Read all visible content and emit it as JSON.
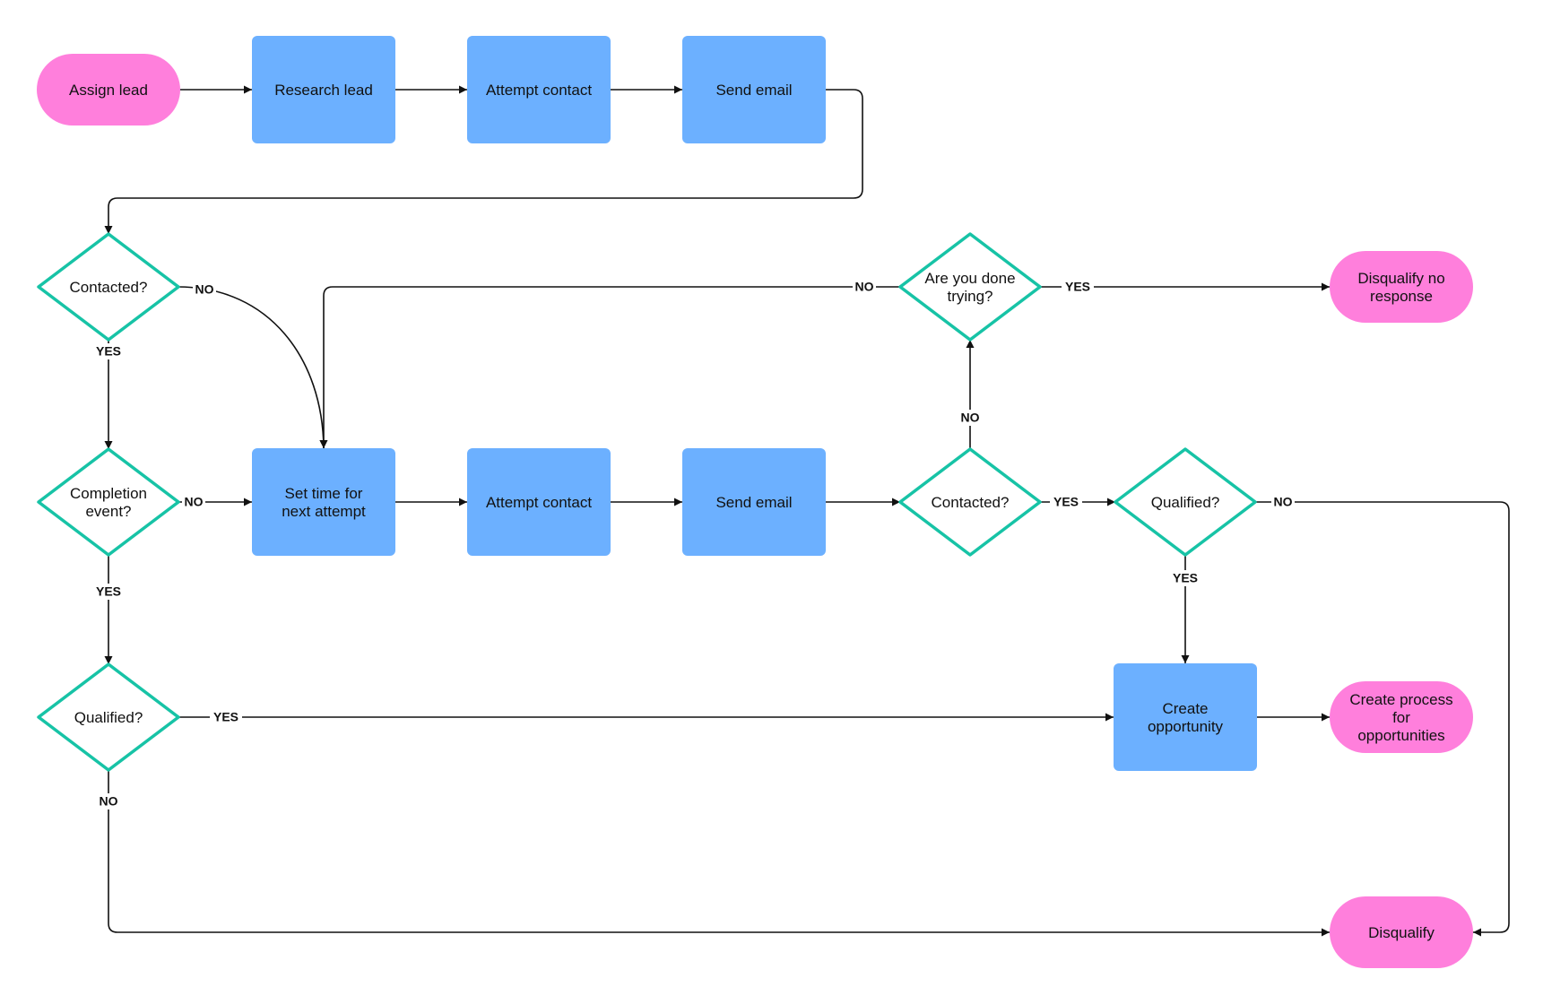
{
  "colors": {
    "terminal_fill": "#ff7fdc",
    "process_fill": "#6cb0ff",
    "decision_stroke": "#17c3a6",
    "decision_fill": "#ffffff",
    "line": "#111111"
  },
  "nodes": {
    "assign_lead": {
      "type": "terminal",
      "lines": [
        "Assign lead"
      ]
    },
    "research_lead": {
      "type": "process",
      "lines": [
        "Research lead"
      ]
    },
    "attempt_contact_1": {
      "type": "process",
      "lines": [
        "Attempt contact"
      ]
    },
    "send_email_1": {
      "type": "process",
      "lines": [
        "Send email"
      ]
    },
    "contacted_1": {
      "type": "decision",
      "lines": [
        "Contacted?"
      ]
    },
    "done_trying": {
      "type": "decision",
      "lines": [
        "Are you done",
        "trying?"
      ]
    },
    "disqualify_no_response": {
      "type": "terminal",
      "lines": [
        "Disqualify no",
        "response"
      ]
    },
    "completion_event": {
      "type": "decision",
      "lines": [
        "Completion",
        "event?"
      ]
    },
    "set_time": {
      "type": "process",
      "lines": [
        "Set time for",
        "next attempt"
      ]
    },
    "attempt_contact_2": {
      "type": "process",
      "lines": [
        "Attempt contact"
      ]
    },
    "send_email_2": {
      "type": "process",
      "lines": [
        "Send email"
      ]
    },
    "contacted_2": {
      "type": "decision",
      "lines": [
        "Contacted?"
      ]
    },
    "qualified_1": {
      "type": "decision",
      "lines": [
        "Qualified?"
      ]
    },
    "qualified_2": {
      "type": "decision",
      "lines": [
        "Qualified?"
      ]
    },
    "create_opportunity": {
      "type": "process",
      "lines": [
        "Create",
        "opportunity"
      ]
    },
    "create_process": {
      "type": "terminal",
      "lines": [
        "Create process",
        "for",
        "opportunities"
      ]
    },
    "disqualify": {
      "type": "terminal",
      "lines": [
        "Disqualify"
      ]
    }
  },
  "edges": [
    {
      "id": "assign-to-research",
      "from": "assign_lead",
      "to": "research_lead",
      "label": ""
    },
    {
      "id": "research-to-attempt1",
      "from": "research_lead",
      "to": "attempt_contact_1",
      "label": ""
    },
    {
      "id": "attempt1-to-email1",
      "from": "attempt_contact_1",
      "to": "send_email_1",
      "label": ""
    },
    {
      "id": "email1-to-contacted1",
      "from": "send_email_1",
      "to": "contacted_1",
      "label": ""
    },
    {
      "id": "contacted1-no",
      "from": "contacted_1",
      "to": "set_time",
      "label": "NO"
    },
    {
      "id": "contacted1-yes",
      "from": "contacted_1",
      "to": "completion_event",
      "label": "YES"
    },
    {
      "id": "done-trying-no",
      "from": "done_trying",
      "to": "set_time",
      "label": "NO"
    },
    {
      "id": "done-trying-yes",
      "from": "done_trying",
      "to": "disqualify_no_response",
      "label": "YES"
    },
    {
      "id": "completion-no",
      "from": "completion_event",
      "to": "set_time",
      "label": "NO"
    },
    {
      "id": "completion-yes",
      "from": "completion_event",
      "to": "qualified_2",
      "label": "YES"
    },
    {
      "id": "settime-to-attempt2",
      "from": "set_time",
      "to": "attempt_contact_2",
      "label": ""
    },
    {
      "id": "attempt2-to-email2",
      "from": "attempt_contact_2",
      "to": "send_email_2",
      "label": ""
    },
    {
      "id": "email2-to-contacted2",
      "from": "send_email_2",
      "to": "contacted_2",
      "label": ""
    },
    {
      "id": "contacted2-no",
      "from": "contacted_2",
      "to": "done_trying",
      "label": "NO"
    },
    {
      "id": "contacted2-yes",
      "from": "contacted_2",
      "to": "qualified_1",
      "label": "YES"
    },
    {
      "id": "qualified1-no",
      "from": "qualified_1",
      "to": "disqualify",
      "label": "NO"
    },
    {
      "id": "qualified1-yes",
      "from": "qualified_1",
      "to": "create_opportunity",
      "label": "YES"
    },
    {
      "id": "qualified2-yes",
      "from": "qualified_2",
      "to": "create_opportunity",
      "label": "YES"
    },
    {
      "id": "qualified2-no",
      "from": "qualified_2",
      "to": "disqualify",
      "label": "NO"
    },
    {
      "id": "opportunity-to-process",
      "from": "create_opportunity",
      "to": "create_process",
      "label": ""
    }
  ]
}
